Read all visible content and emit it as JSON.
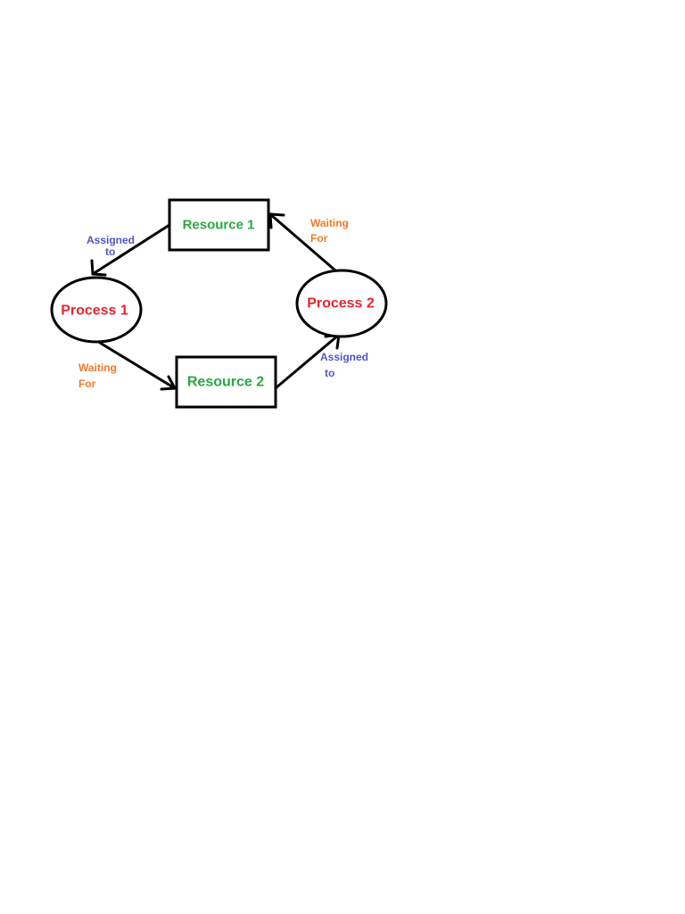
{
  "colors": {
    "process_text": "#e8262e",
    "resource_text": "#2aa843",
    "assigned_text": "#4e55c7",
    "waiting_text": "#f07a2a",
    "stroke": "#000000",
    "background": "#ffffff"
  },
  "nodes": {
    "resource_1": {
      "kind": "resource",
      "label": "Resource 1"
    },
    "resource_2": {
      "kind": "resource",
      "label": "Resource 2"
    },
    "process_1": {
      "kind": "process",
      "label": "Process 1"
    },
    "process_2": {
      "kind": "process",
      "label": "Process 2"
    }
  },
  "edges": [
    {
      "from": "resource_1",
      "to": "process_1",
      "relation": "assigned",
      "label_lines": [
        "Assigned",
        "to"
      ]
    },
    {
      "from": "process_1",
      "to": "resource_2",
      "relation": "waiting",
      "label_lines": [
        "Waiting",
        "For"
      ]
    },
    {
      "from": "resource_2",
      "to": "process_2",
      "relation": "assigned",
      "label_lines": [
        "Assigned",
        "to"
      ]
    },
    {
      "from": "process_2",
      "to": "resource_1",
      "relation": "waiting",
      "label_lines": [
        "Waiting",
        "For"
      ]
    }
  ]
}
